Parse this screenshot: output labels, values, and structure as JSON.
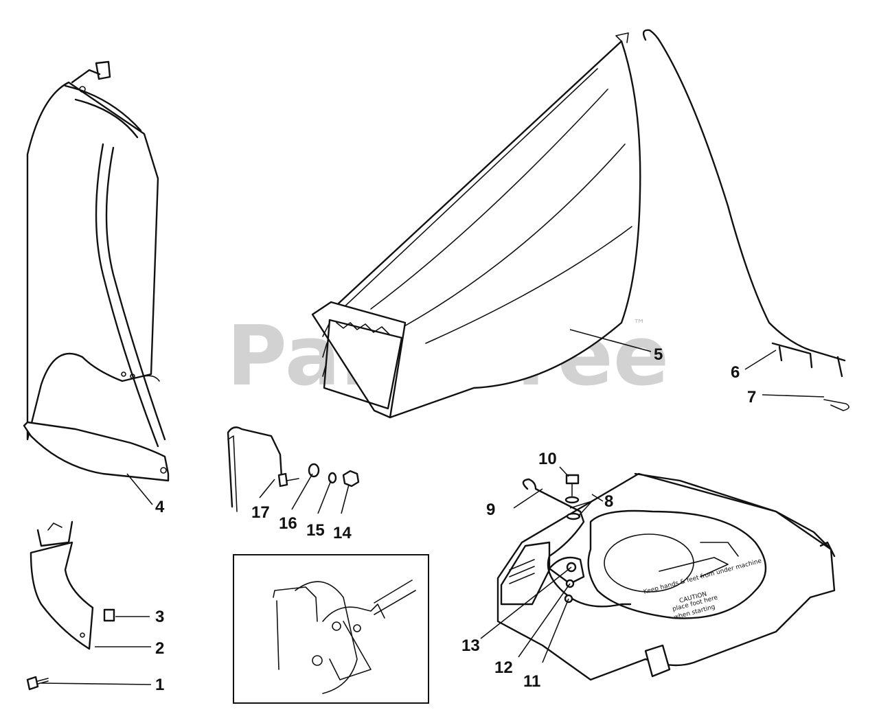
{
  "watermark": {
    "text": "PartsTree",
    "mark": "™"
  },
  "decal": {
    "line1": "Keep hands & feet from under machine",
    "line2": "CAUTION",
    "line3": "place foot here",
    "line4": "when starting"
  },
  "callouts": [
    {
      "id": "c1",
      "label": "1"
    },
    {
      "id": "c2",
      "label": "2"
    },
    {
      "id": "c3",
      "label": "3"
    },
    {
      "id": "c4",
      "label": "4"
    },
    {
      "id": "c5",
      "label": "5"
    },
    {
      "id": "c6",
      "label": "6"
    },
    {
      "id": "c7",
      "label": "7"
    },
    {
      "id": "c8",
      "label": "8"
    },
    {
      "id": "c9",
      "label": "9"
    },
    {
      "id": "c10",
      "label": "10"
    },
    {
      "id": "c11",
      "label": "11"
    },
    {
      "id": "c12",
      "label": "12"
    },
    {
      "id": "c13",
      "label": "13"
    },
    {
      "id": "c14",
      "label": "14"
    },
    {
      "id": "c15",
      "label": "15"
    },
    {
      "id": "c16",
      "label": "16"
    },
    {
      "id": "c17",
      "label": "17"
    }
  ]
}
